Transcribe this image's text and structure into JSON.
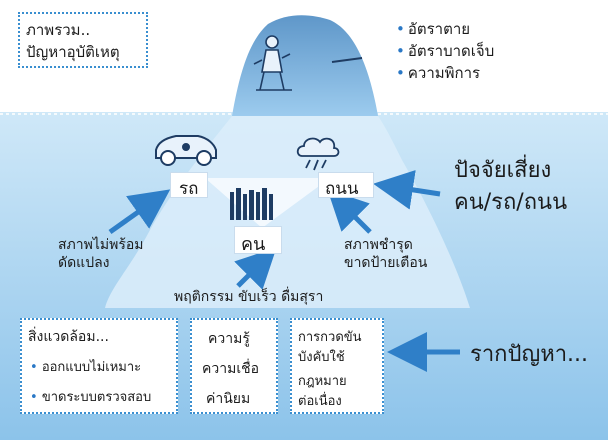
{
  "colors": {
    "sky": "#ffffff",
    "water_top": "#bfe0f6",
    "water_bottom": "#8fc6ec",
    "iceberg": "#c9e3f6",
    "iceberg_dark": "#6fa7d6",
    "arrow": "#2f7fc8",
    "border": "#3a8fd0"
  },
  "overview_box": {
    "line1": "ภาพรวม..",
    "line2": "ปัญหาอุบัติเหตุ"
  },
  "outcomes": [
    "อัตราตาย",
    "อัตราบาดเจ็บ",
    "ความพิการ"
  ],
  "risk_factors": {
    "title_line1": "ปัจจัยเสี่ยง",
    "title_line2": "คน/รถ/ถนน",
    "vehicle": "รถ",
    "road": "ถนน",
    "person": "คน"
  },
  "notes": {
    "vehicle_line1": "สภาพไม่พร้อม",
    "vehicle_line2": "ดัดแปลง",
    "road_line1": "สภาพชำรุด",
    "road_line2": "ขาดป้ายเตือน",
    "person": "พฤติกรรม ขับเร็ว ดื่มสุรา"
  },
  "root_cause_label": "รากปัญหา...",
  "environment_box": {
    "title": "สิ่งแวดล้อม...",
    "items": [
      "ออกแบบไม่เหมาะ",
      "ขาดระบบตรวจสอบ"
    ]
  },
  "knowledge_box": [
    "ความรู้",
    "ความเชื่อ",
    "ค่านิยม"
  ],
  "enforcement_box": [
    "การกวดขัน",
    "บังคับใช้",
    "กฎหมาย",
    "ต่อเนื่อง"
  ],
  "icons": [
    "car-icon",
    "storm-cloud-icon",
    "crowd-icon",
    "victim-figure-icon"
  ]
}
